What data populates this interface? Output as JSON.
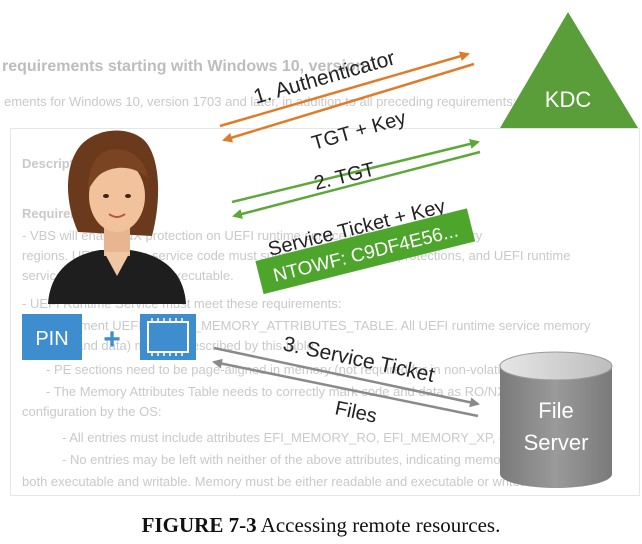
{
  "background_doc": {
    "heading": "requirements starting with Windows 10, version",
    "subheading": "ements for Windows 10, version 1703 and later, in addition to all preceding requirements:",
    "description_label": "Description:",
    "requirements_label": "Requirements",
    "lines": [
      "- VBS will enable NX protection on UEFI runtime service code and data memory",
      "regions. UEFI runtime service code must support read-only page protections, and UEFI runtime",
      "service data must not be executable.",
      "- UEFI Runtime Service must meet these requirements:",
      "- Implement UEFI v2.6 EFI_MEMORY_ATTRIBUTES_TABLE. All UEFI runtime service memory",
      "(code and data) must be described by this table.",
      "- PE sections need to be page-aligned in memory (not required for in non-volatile storage).",
      "- The Memory Attributes Table needs to correctly mark code and data as RO/NX for",
      "configuration by the OS:",
      "- All entries must include attributes EFI_MEMORY_RO, EFI_MEMORY_XP, or both.",
      "- No entries may be left with neither of the above attributes, indicating memory that is",
      "both executable and writable. Memory must be either readable and executable or writeable"
    ]
  },
  "diagram": {
    "kdc_label": "KDC",
    "arrow1_label": "1. Authenticator",
    "arrow1_reply_label": "TGT + Key",
    "arrow2_label": "2. TGT",
    "arrow2_reply_label": "Service Ticket + Key",
    "ntowf_label": "NTOWF: C9DF4E56...",
    "pin_label": "PIN",
    "plus_label": "+",
    "arrow3_label": "3. Service Ticket",
    "arrow3_reply_label": "Files",
    "server_line1": "File",
    "server_line2": "Server",
    "colors": {
      "kdc_green": "#5a9e3a",
      "orange_arrow": "#e07b2a",
      "green_arrow": "#5ea83a",
      "ntowf_green": "#4ea52c",
      "pin_blue": "#3e8ecf",
      "server_gray": "#8c8c8c",
      "gray_arrow": "#8a8a8a"
    }
  },
  "caption": {
    "figure_number": "FIGURE 7-3",
    "text": " Accessing remote resources."
  }
}
